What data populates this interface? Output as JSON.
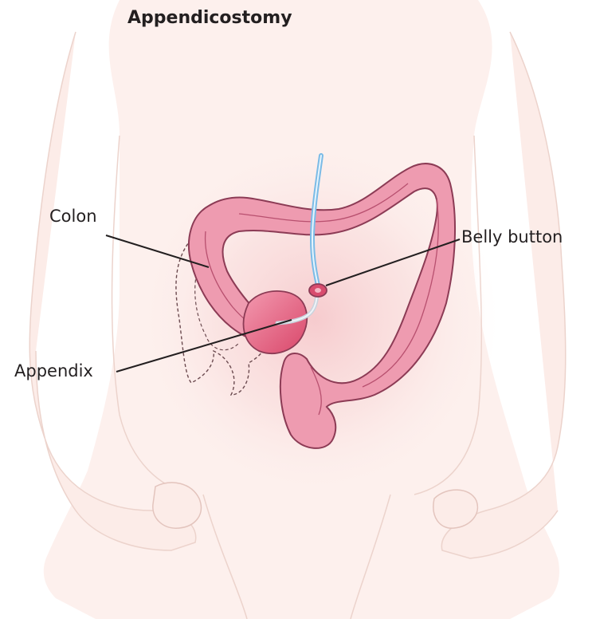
{
  "title": "Appendicostomy",
  "labels": {
    "colon": "Colon",
    "belly_button": "Belly button",
    "appendix": "Appendix"
  },
  "colors": {
    "skin": "#fbeae6",
    "skin_outline": "#e3c4bd",
    "colon_fill": "#ec8fa6",
    "colon_outline": "#8c3b55",
    "catheter": "#7bbbe6",
    "leader_line": "#231f20"
  }
}
